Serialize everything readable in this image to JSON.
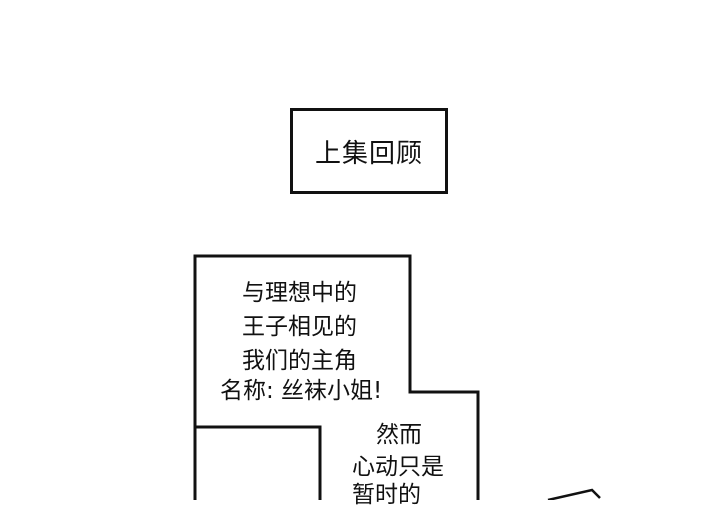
{
  "recap_title": "上集回顾",
  "caption": {
    "lines": [
      "与理想中的",
      "王子相见的",
      "我们的主角",
      "名称: 丝袜小姐!",
      "然而",
      "心动只是",
      "暂时的"
    ]
  },
  "colors": {
    "background": "#ffffff",
    "ink": "#111111"
  }
}
